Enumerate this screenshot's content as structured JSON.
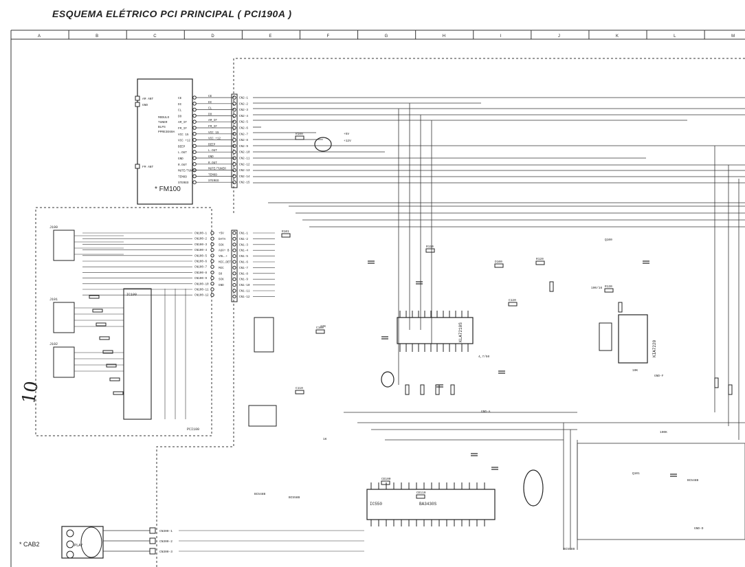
{
  "title": "ESQUEMA ELÉTRICO PCI PRINCIPAL ( PCI190A )",
  "grid_columns": [
    "A",
    "B",
    "C",
    "D",
    "E",
    "F",
    "G",
    "H",
    "I",
    "J",
    "K",
    "L",
    "M"
  ],
  "handwritten_note": "10",
  "fm_module": {
    "ref": "* FM100",
    "description": [
      "MODULO",
      "TUNER",
      "BLPS",
      "PPRE3E60A"
    ],
    "left_pins": [
      "AM ANT",
      "GND",
      "FM ANT"
    ],
    "right_pins": [
      "CE",
      "DI",
      "CL",
      "DO",
      "AM_IF",
      "FM_IF",
      "VCC 15",
      "VCC +12",
      "BEEP",
      "L.OUT",
      "GND",
      "R.OUT",
      "MUTE/TUNER",
      "TEMOD",
      "STEREO"
    ]
  },
  "connector_cn2": [
    "CN2-1",
    "CN2-2",
    "CN2-3",
    "CN2-4",
    "CN2-5",
    "CN2-6",
    "CN2-7",
    "CN2-8",
    "CN2-9",
    "CN2-10",
    "CN2-11",
    "CN2-12",
    "CN2-13",
    "CN2-14",
    "CN2-15"
  ],
  "pci_sub": {
    "ref": "PCI100",
    "connectors": [
      "CN100-1",
      "CN100-2",
      "CN100-3",
      "CN100-4",
      "CN100-5",
      "CN100-6",
      "CN100-7",
      "CN100-8",
      "CN100-9",
      "CN100-10",
      "CN100-11",
      "CN100-12"
    ],
    "jacks": [
      "J100",
      "J101",
      "J102"
    ],
    "ic": "IC100"
  },
  "connector_cn1": {
    "labels": [
      "CN1-1",
      "CN1-2",
      "CN1-3",
      "CN1-4",
      "CN1-5",
      "CN1-6",
      "CN1-7",
      "CN1-8",
      "CN1-9",
      "CN1-10",
      "CN1-11",
      "CN1-12"
    ],
    "signals": [
      "+5V",
      "DATA",
      "SCK",
      "AUX+ B",
      "VOL.+",
      "MIC_DET",
      "MIC",
      "SO",
      "SCK",
      "GND"
    ]
  },
  "ics": {
    "ic_main": "KLA7210S",
    "ic_right": "KIA7220",
    "ic_bottom": "IC550",
    "ic_bottom_part": "BA3430S"
  },
  "transistors": [
    "Q100",
    "Q101",
    "BC548B",
    "BC558B",
    "BC548B",
    "BC558B"
  ],
  "components": [
    "R100",
    "R101",
    "R110",
    "R120",
    "R130",
    "C100",
    "C110",
    "C120",
    "CE100",
    "CE110",
    "D100"
  ],
  "cab2": {
    "ref": "* CAB2",
    "plugs": [
      "PLAY"
    ],
    "connectors": [
      "CN300-1",
      "CN300-2",
      "CN300-3"
    ]
  },
  "ground_labels": [
    "GND-A",
    "GND-D",
    "GND-F"
  ],
  "misc_labels": [
    "+5V",
    "+12V",
    "100/16",
    "4,7/50",
    "22K",
    "10K",
    "1K",
    "100K"
  ]
}
